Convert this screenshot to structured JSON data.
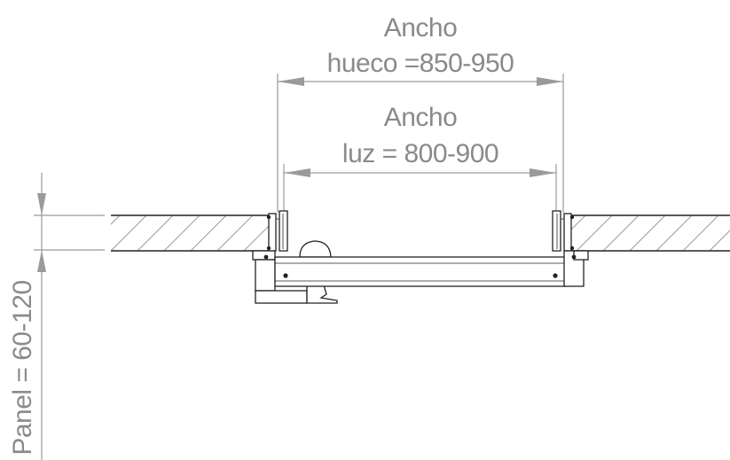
{
  "dimensions": {
    "hueco": {
      "line1": "Ancho",
      "line2": "hueco =850-950"
    },
    "luz": {
      "line1": "Ancho",
      "line2": "luz = 800-900"
    },
    "panel": {
      "label": "Panel = 60-120"
    }
  },
  "colors": {
    "dimension": "#8a8a8a",
    "outline": "#222222",
    "background": "#ffffff"
  }
}
